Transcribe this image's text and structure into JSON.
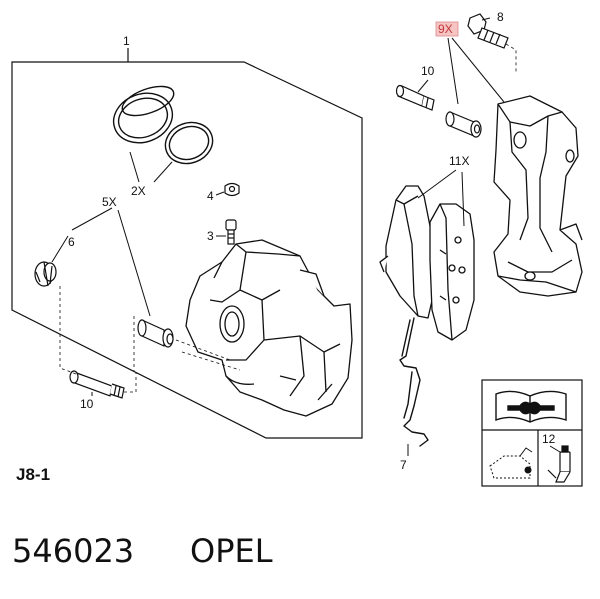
{
  "diagram": {
    "callouts": {
      "c1": "1",
      "c2x": "2X",
      "c3": "3",
      "c4": "4",
      "c5x": "5X",
      "c6": "6",
      "c7": "7",
      "c8": "8",
      "c9x": "9X",
      "c10_top": "10",
      "c10_bottom": "10",
      "c11x": "11X",
      "c12": "12"
    },
    "sheet_label": "J8-1",
    "part_number": "546023",
    "brand": "OPEL",
    "highlight_color": "#f7c4c4"
  }
}
